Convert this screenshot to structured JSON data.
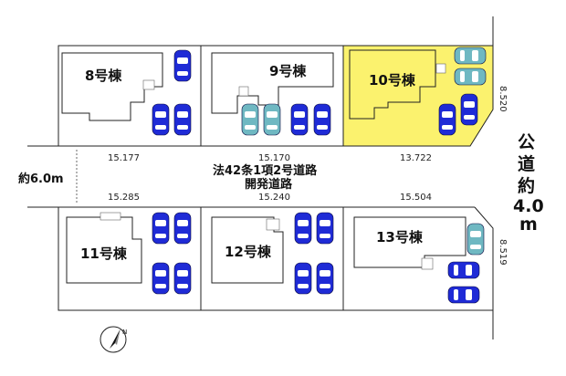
{
  "lots": [
    {
      "id": "lot-8",
      "label": "8号棟",
      "highlight": false
    },
    {
      "id": "lot-9",
      "label": "9号棟",
      "highlight": false
    },
    {
      "id": "lot-10",
      "label": "10号棟",
      "highlight": true
    },
    {
      "id": "lot-11",
      "label": "11号棟",
      "highlight": false
    },
    {
      "id": "lot-12",
      "label": "12号棟",
      "highlight": false
    },
    {
      "id": "lot-13",
      "label": "13号棟",
      "highlight": false
    }
  ],
  "dimensions": {
    "top_left": "15.177",
    "top_mid": "15.170",
    "top_right": "13.722",
    "bottom_left": "15.285",
    "bottom_mid": "15.240",
    "bottom_right": "15.504",
    "side_top": "8.520",
    "side_bottom": "8.519"
  },
  "road": {
    "line1": "法42条1項2号道路",
    "line2": "開発道路",
    "width": "約6.0m"
  },
  "public_road": {
    "chars": [
      "公",
      "道",
      "約",
      "4.0",
      "m"
    ]
  },
  "compass": {
    "label": "N"
  },
  "colors": {
    "highlight": "#fbf26e",
    "car_blue": "#1f2bd6",
    "car_teal": "#6fb8c2",
    "line": "#222222"
  }
}
